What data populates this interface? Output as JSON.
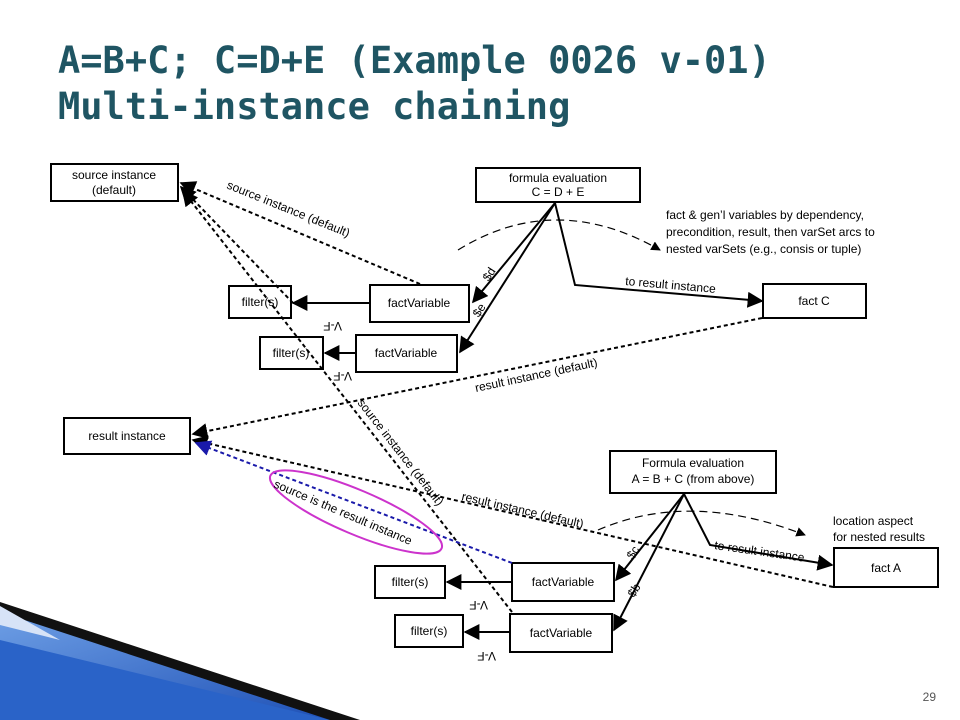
{
  "slide": {
    "title_line1": "A=B+C; C=D+E (Example 0026 v-01)",
    "title_line2": "Multi-instance chaining",
    "page_number": "29"
  },
  "boxes": {
    "source_instance": [
      "source instance",
      "(default)"
    ],
    "formula_eval_top": [
      "formula evaluation",
      "C = D + E"
    ],
    "fact_var_top1": "factVariable",
    "fact_var_top2": "factVariable",
    "filter_top1": "filter(s)",
    "filter_top2": "filter(s)",
    "fact_c": "fact C",
    "result_instance": "result instance",
    "formula_eval_bottom": [
      "Formula evaluation",
      "A = B + C (from above)"
    ],
    "fact_var_bot1": "factVariable",
    "fact_var_bot2": "factVariable",
    "filter_bot1": "filter(s)",
    "filter_bot2": "filter(s)",
    "fact_a": "fact A"
  },
  "labels": {
    "source_instance_default_top": "source instance (default)",
    "note_top": [
      "fact & gen’l variables by dependency,",
      "precondition, result, then varSet arcs to",
      "nested varSets (e.g., consis or tuple)"
    ],
    "var_d": "$d",
    "var_e": "$e",
    "to_result_instance_top": "to result instance",
    "vf_top1": "V-F",
    "vf_top2": "V-F",
    "result_instance_default_top": "result instance (default)",
    "source_instance_default_diag": "source instance (default)",
    "source_is_result": "source is the result instance",
    "result_instance_default_bottom": "result instance (default)",
    "note_bottom": [
      "location aspect",
      "for nested results"
    ],
    "var_c": "$c",
    "var_b": "$b",
    "to_result_instance_bottom": "to result instance",
    "vf_bot1": "V-F",
    "vf_bot2": "V-F"
  },
  "colors": {
    "title": "#1f5563",
    "highlight_ellipse": "#cc33cc",
    "blue_arrow": "#1a1aaa",
    "corner_blue": "#2a63c8"
  }
}
